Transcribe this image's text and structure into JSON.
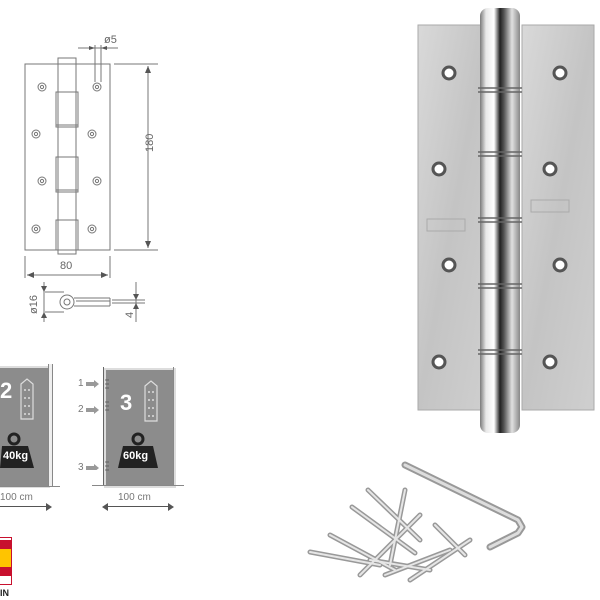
{
  "technical_drawing": {
    "pin_diameter": "ø5",
    "height": "180",
    "width": "80",
    "barrel_diameter": "ø16",
    "leaf_thickness": "4"
  },
  "door_diagrams": [
    {
      "hinge_count": "2",
      "max_weight": "40kg",
      "door_width": "100 cm"
    },
    {
      "hinge_count": "3",
      "max_weight": "60kg",
      "door_width": "100 cm",
      "positions": [
        "1",
        "2",
        "3"
      ]
    }
  ],
  "origin_badge": {
    "text": "IN",
    "colors": {
      "red": "#c8102e",
      "yellow": "#ffc400"
    }
  },
  "product_photo": {
    "subject": "double-action spring hinge",
    "finish": "satin stainless steel"
  },
  "accessories": {
    "items": [
      "screws",
      "allen-key"
    ]
  },
  "colors": {
    "door_panel": "#8c8c8c",
    "line": "#777777",
    "weight_fill": "#222222",
    "steel_light": "#d6d6d6",
    "steel_dark": "#8a8a8a"
  }
}
